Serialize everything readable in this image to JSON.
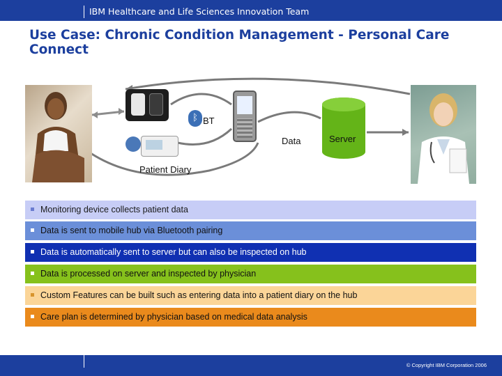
{
  "header": {
    "team": "IBM Healthcare and Life Sciences Innovation Team"
  },
  "title": "Use Case: Chronic Condition Management - Personal Care Connect",
  "diagram": {
    "bt_label": "BT",
    "data_label": "Data",
    "server_label": "Server",
    "diary_label": "Patient Diary"
  },
  "bullets": [
    "Monitoring device collects patient data",
    "Data is sent to mobile hub via Bluetooth pairing",
    "Data is automatically sent to server but can also be inspected on hub",
    "Data is processed on server and inspected by physician",
    "Custom Features can be built such as entering data into a patient diary on the hub",
    "Care plan is determined by physician based on medical data analysis"
  ],
  "footer": {
    "copyright": "© Copyright IBM Corporation 2006"
  },
  "colors": {
    "brand_blue": "#1c3f9e",
    "server_green": "#64b418",
    "bullet_backgrounds": [
      "#c7cdf6",
      "#6b8fd9",
      "#1030b2",
      "#86c11c",
      "#fbd598",
      "#ea8a1c"
    ]
  }
}
